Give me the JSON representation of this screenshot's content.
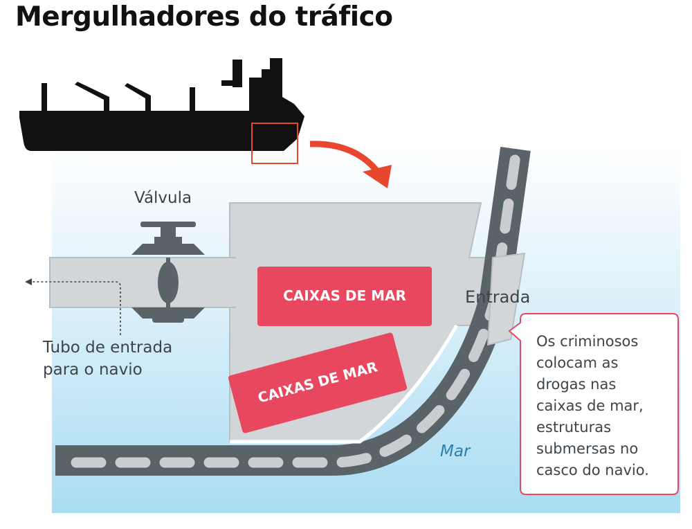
{
  "title": "Mergulhadores do tráfico",
  "labels": {
    "valve": "Válvula",
    "inlet": "Entrada",
    "tube_line1": "Tubo de entrada",
    "tube_line2": "para o navio",
    "sea": "Mar"
  },
  "boxes": [
    "CAIXAS DE MAR",
    "CAIXAS DE MAR"
  ],
  "callout": [
    "Os criminosos",
    "colocam as",
    "drogas nas",
    "caixas de mar,",
    "estruturas",
    "submersas no",
    "casco do navio."
  ],
  "colors": {
    "accent": "#e8485f",
    "arrow": "#e8472f",
    "hull": "#5a6468",
    "dash": "#c9cdcf",
    "water_top": "#ffffff",
    "water_bottom": "#a9ddf2",
    "chamber": "#d2d6d9",
    "ship": "#111111"
  },
  "icons": [
    "ship-silhouette-icon",
    "curved-arrow-icon",
    "valve-icon",
    "dotted-arrow-icon"
  ]
}
